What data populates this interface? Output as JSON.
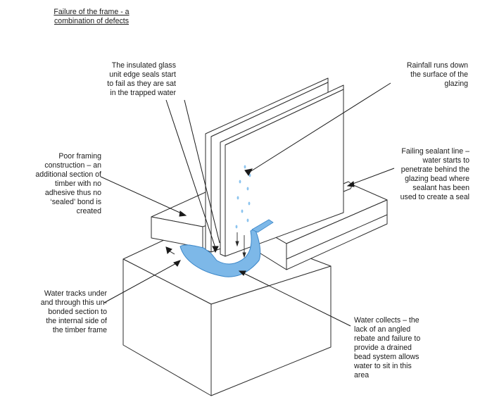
{
  "title": [
    "Failure of the frame - a",
    "combination of defects"
  ],
  "annotations": {
    "seals": [
      "The insulated glass",
      "unit edge seals start",
      "to fail as they are sat",
      "in the trapped water"
    ],
    "rain": [
      "Rainfall runs down",
      "the surface of the",
      "glazing"
    ],
    "framing": [
      "Poor framing",
      "construction – an",
      "additional section of",
      "timber with no",
      "adhesive thus no",
      "‘sealed’ bond is",
      "created"
    ],
    "sealant": [
      "Failing sealant line –",
      "water starts to",
      "penetrate behind the",
      "glazing bead where",
      "sealant has been",
      "used to create a seal"
    ],
    "tracks": [
      "Water tracks under",
      "and through this un-",
      "bonded section to",
      "the internal side of",
      "the timber frame"
    ],
    "collects": [
      "Water collects – the",
      "lack of an angled",
      "rebate and failure to",
      "provide a drained",
      "bead system allows",
      "water to sit in this",
      "area"
    ]
  },
  "colors": {
    "water": "#7db8e8",
    "water_edge": "#3a86c8",
    "line": "#2b2b2b",
    "drop": "#8cc4ef"
  }
}
